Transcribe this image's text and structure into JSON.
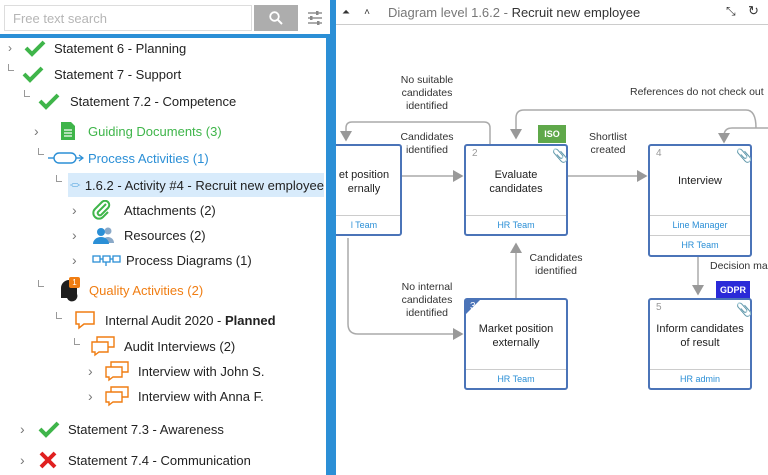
{
  "search": {
    "placeholder": "Free text search"
  },
  "tree": {
    "s6": {
      "label": "Statement 6 - Planning"
    },
    "s7": {
      "label": "Statement 7 - Support"
    },
    "s72": {
      "label": "Statement 7.2 - Competence"
    },
    "guiding": {
      "label": "Guiding Documents (3)"
    },
    "process": {
      "label": "Process Activities (1)"
    },
    "activity": {
      "label": "1.6.2 - Activity #4 - Recruit new employee"
    },
    "attachments": {
      "label": "Attachments (2)"
    },
    "resources": {
      "label": "Resources (2)"
    },
    "diagrams": {
      "label": "Process Diagrams (1)"
    },
    "quality": {
      "label": "Quality Activities (2)",
      "badge": "1"
    },
    "audit": {
      "label": "Internal Audit 2020 - ",
      "status": "Planned"
    },
    "interviews": {
      "label": "Audit Interviews (2)"
    },
    "john": {
      "label": "Interview with John S."
    },
    "anna": {
      "label": "Interview with Anna F."
    },
    "s73": {
      "label": "Statement 7.3 - Awareness"
    },
    "s74": {
      "label": "Statement 7.4 - Communication"
    }
  },
  "diagram": {
    "header_prefix": "Diagram level 1.6.2 - ",
    "header_title": "Recruit new employee",
    "nodes": {
      "n1": {
        "title_line1": "et position",
        "title_line2": "ernally",
        "role": "l Team"
      },
      "n2": {
        "num": "2",
        "title_line1": "Evaluate",
        "title_line2": "candidates",
        "role": "HR Team"
      },
      "n4": {
        "num": "4",
        "title_line1": "Interview",
        "role1": "Line Manager",
        "role2": "HR Team"
      },
      "n3": {
        "num": "3",
        "title_line1": "Market position",
        "title_line2": "externally",
        "role": "HR Team"
      },
      "n5": {
        "num": "5",
        "title_line1": "Inform candidates",
        "title_line2": "of result",
        "role": "HR admin"
      }
    },
    "labels": {
      "no_suitable_1": "No suitable",
      "no_suitable_2": "candidates",
      "no_suitable_3": "identified",
      "cand_ident_1": "Candidates",
      "cand_ident_2": "identified",
      "shortlist_1": "Shortlist",
      "shortlist_2": "created",
      "references": "References do not check out",
      "cand_ident2_1": "Candidates",
      "cand_ident2_2": "identified",
      "no_internal_1": "No internal",
      "no_internal_2": "candidates",
      "no_internal_3": "identified",
      "decision": "Decision ma"
    },
    "tags": {
      "iso": "ISO",
      "gdpr": "GDPR"
    }
  },
  "colors": {
    "accent": "#2b8fd6",
    "green": "#3fb54a",
    "orange": "#f07d12",
    "node_border": "#4b74b8",
    "red": "#e02020"
  }
}
